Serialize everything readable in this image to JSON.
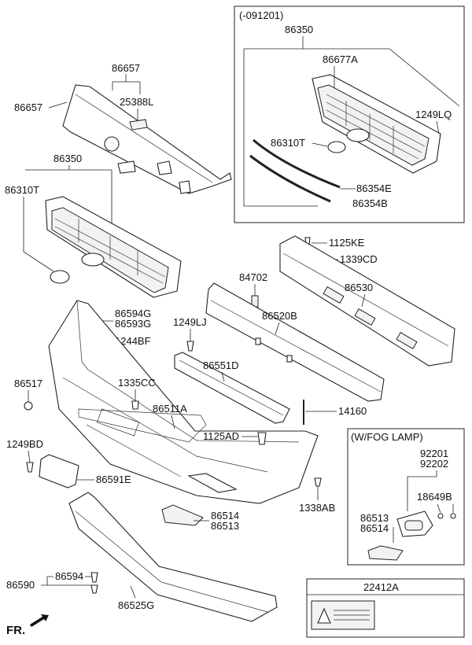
{
  "diagram": {
    "inset_top": {
      "header": "(-091201)",
      "labels": [
        "86350",
        "86677A",
        "1249LQ",
        "86310T",
        "86354E",
        "86354B"
      ]
    },
    "inset_fog": {
      "header": "(W/FOG LAMP)",
      "labels": [
        "92201",
        "92202",
        "18649B",
        "86513",
        "86514"
      ]
    },
    "label_box": {
      "code": "22412A"
    },
    "main_labels": {
      "l86657a": "86657",
      "l86657b": "86657",
      "l25388L": "25388L",
      "l86350": "86350",
      "l86310T": "86310T",
      "l1125KE": "1125KE",
      "l1339CD": "1339CD",
      "l84702": "84702",
      "l86530": "86530",
      "l86520B": "86520B",
      "l86594G": "86594G",
      "l86593G": "86593G",
      "l1249LJ": "1249LJ",
      "l1244BF": "1244BF",
      "l86551D": "86551D",
      "l86517": "86517",
      "l1335CC": "1335CC",
      "l86511A": "86511A",
      "l14160": "14160",
      "l1125AD": "1125AD",
      "l1249BD": "1249BD",
      "l86591E": "86591E",
      "l86514": "86514",
      "l86513": "86513",
      "l1338AB": "1338AB",
      "l86590": "86590",
      "l86594": "86594",
      "l86525G": "86525G"
    },
    "direction": "FR."
  }
}
